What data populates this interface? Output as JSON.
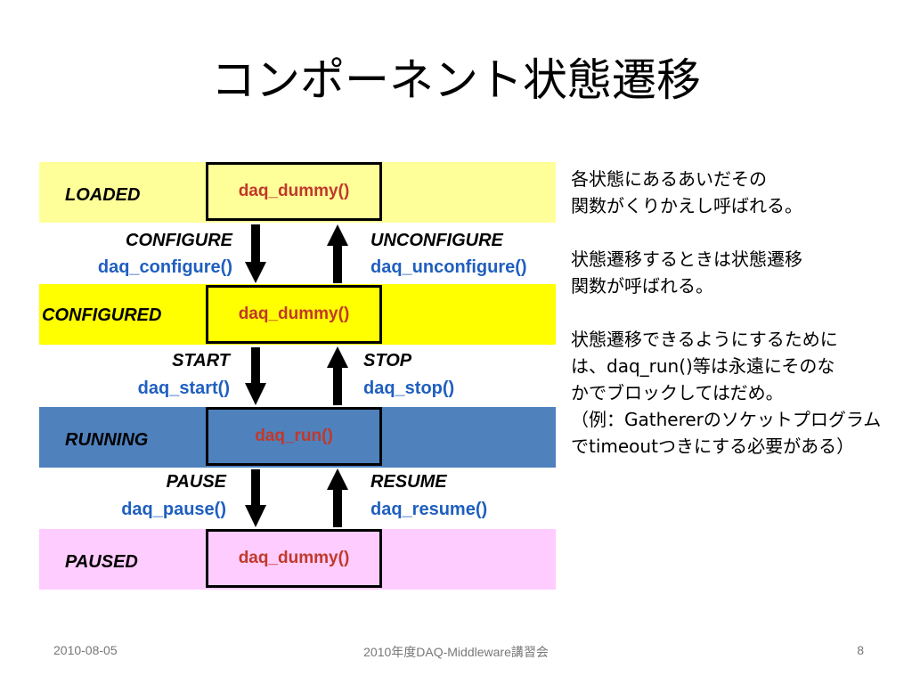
{
  "title": "コンポーネント状態遷移",
  "states": [
    {
      "name": "LOADED",
      "function": "daq_dummy()",
      "color": "#ffff99",
      "box_color": "#ffff99"
    },
    {
      "name": "CONFIGURED",
      "function": "daq_dummy()",
      "color": "#ffff00",
      "box_color": "#ffff00"
    },
    {
      "name": "RUNNING",
      "function": "daq_run()",
      "color": "#4f81bd",
      "box_color": "#4f81bd"
    },
    {
      "name": "PAUSED",
      "function": "daq_dummy()",
      "color": "#ffccff",
      "box_color": "#ffccff"
    }
  ],
  "transitions": [
    {
      "down_event": "CONFIGURE",
      "down_fn": "daq_configure()",
      "up_event": "UNCONFIGURE",
      "up_fn": "daq_unconfigure()"
    },
    {
      "down_event": "START",
      "down_fn": "daq_start()",
      "up_event": "STOP",
      "up_fn": "daq_stop()"
    },
    {
      "down_event": "PAUSE",
      "down_fn": "daq_pause()",
      "up_event": "RESUME",
      "up_fn": "daq_resume()"
    }
  ],
  "notes": [
    "各状態にあるあいだその\n関数がくりかえし呼ばれる。",
    "状態遷移するときは状態遷移\n関数が呼ばれる。",
    "状態遷移できるようにするために\nは、daq_run()等は永遠にそのな\nかでブロックしてはだめ。\n（例：Gathererのソケットプログラム\nでtimeoutつきにする必要がある）"
  ],
  "footer": {
    "date": "2010-08-05",
    "center": "2010年度DAQ-Middleware講習会",
    "page": "8"
  }
}
